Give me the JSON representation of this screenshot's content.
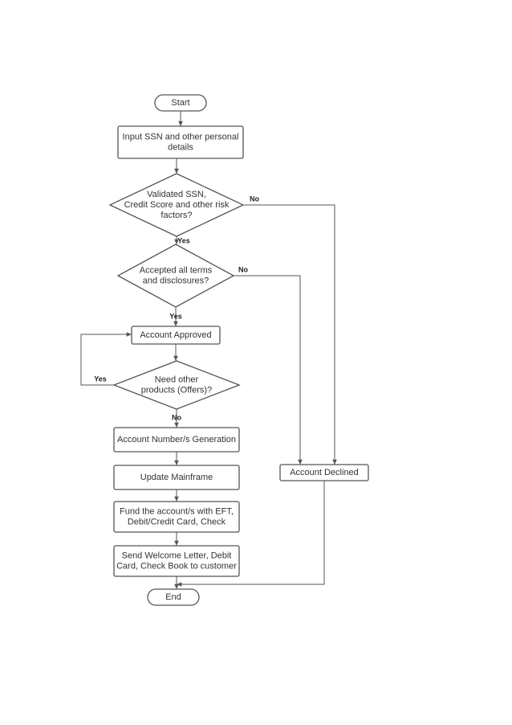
{
  "diagram": {
    "colors": {
      "stroke": "#555555",
      "text": "#333333",
      "background": "#ffffff"
    },
    "nodes": {
      "start": {
        "shape": "terminator",
        "lines": [
          "Start"
        ]
      },
      "input_ssn": {
        "shape": "process",
        "lines": [
          "Input SSN and other personal",
          "details"
        ]
      },
      "validated": {
        "shape": "decision",
        "lines": [
          "Validated SSN,",
          "Credit Score and other risk",
          "factors?"
        ]
      },
      "accepted_terms": {
        "shape": "decision",
        "lines": [
          "Accepted all terms",
          "and disclosures?"
        ]
      },
      "account_approved": {
        "shape": "process",
        "lines": [
          "Account Approved"
        ]
      },
      "need_products": {
        "shape": "decision",
        "lines": [
          "Need other",
          "products (Offers)?"
        ]
      },
      "account_generation": {
        "shape": "process",
        "lines": [
          "Account Number/s Generation"
        ]
      },
      "update_mainframe": {
        "shape": "process",
        "lines": [
          "Update Mainframe"
        ]
      },
      "fund_account": {
        "shape": "process",
        "lines": [
          "Fund the account/s with EFT,",
          "Debit/Credit Card, Check"
        ]
      },
      "send_welcome": {
        "shape": "process",
        "lines": [
          "Send Welcome Letter, Debit",
          "Card, Check Book to customer"
        ]
      },
      "end": {
        "shape": "terminator",
        "lines": [
          "End"
        ]
      },
      "account_declined": {
        "shape": "process",
        "lines": [
          "Account Declined"
        ]
      }
    },
    "edges": {
      "start_to_input": {
        "from": "start",
        "to": "input_ssn",
        "label": ""
      },
      "input_to_validated": {
        "from": "input_ssn",
        "to": "validated",
        "label": ""
      },
      "validated_yes": {
        "from": "validated",
        "to": "accepted_terms",
        "label": "Yes"
      },
      "validated_no": {
        "from": "validated",
        "to": "account_declined",
        "label": "No"
      },
      "accepted_yes": {
        "from": "accepted_terms",
        "to": "account_approved",
        "label": "Yes"
      },
      "accepted_no": {
        "from": "accepted_terms",
        "to": "account_declined",
        "label": "No"
      },
      "approved_to_need": {
        "from": "account_approved",
        "to": "need_products",
        "label": ""
      },
      "need_yes": {
        "from": "need_products",
        "to": "account_approved",
        "label": "Yes"
      },
      "need_no": {
        "from": "need_products",
        "to": "account_generation",
        "label": "No"
      },
      "generation_to_update": {
        "from": "account_generation",
        "to": "update_mainframe",
        "label": ""
      },
      "update_to_fund": {
        "from": "update_mainframe",
        "to": "fund_account",
        "label": ""
      },
      "fund_to_send": {
        "from": "fund_account",
        "to": "send_welcome",
        "label": ""
      },
      "send_to_end": {
        "from": "send_welcome",
        "to": "end",
        "label": ""
      },
      "declined_to_end": {
        "from": "account_declined",
        "to": "end",
        "label": ""
      }
    }
  }
}
